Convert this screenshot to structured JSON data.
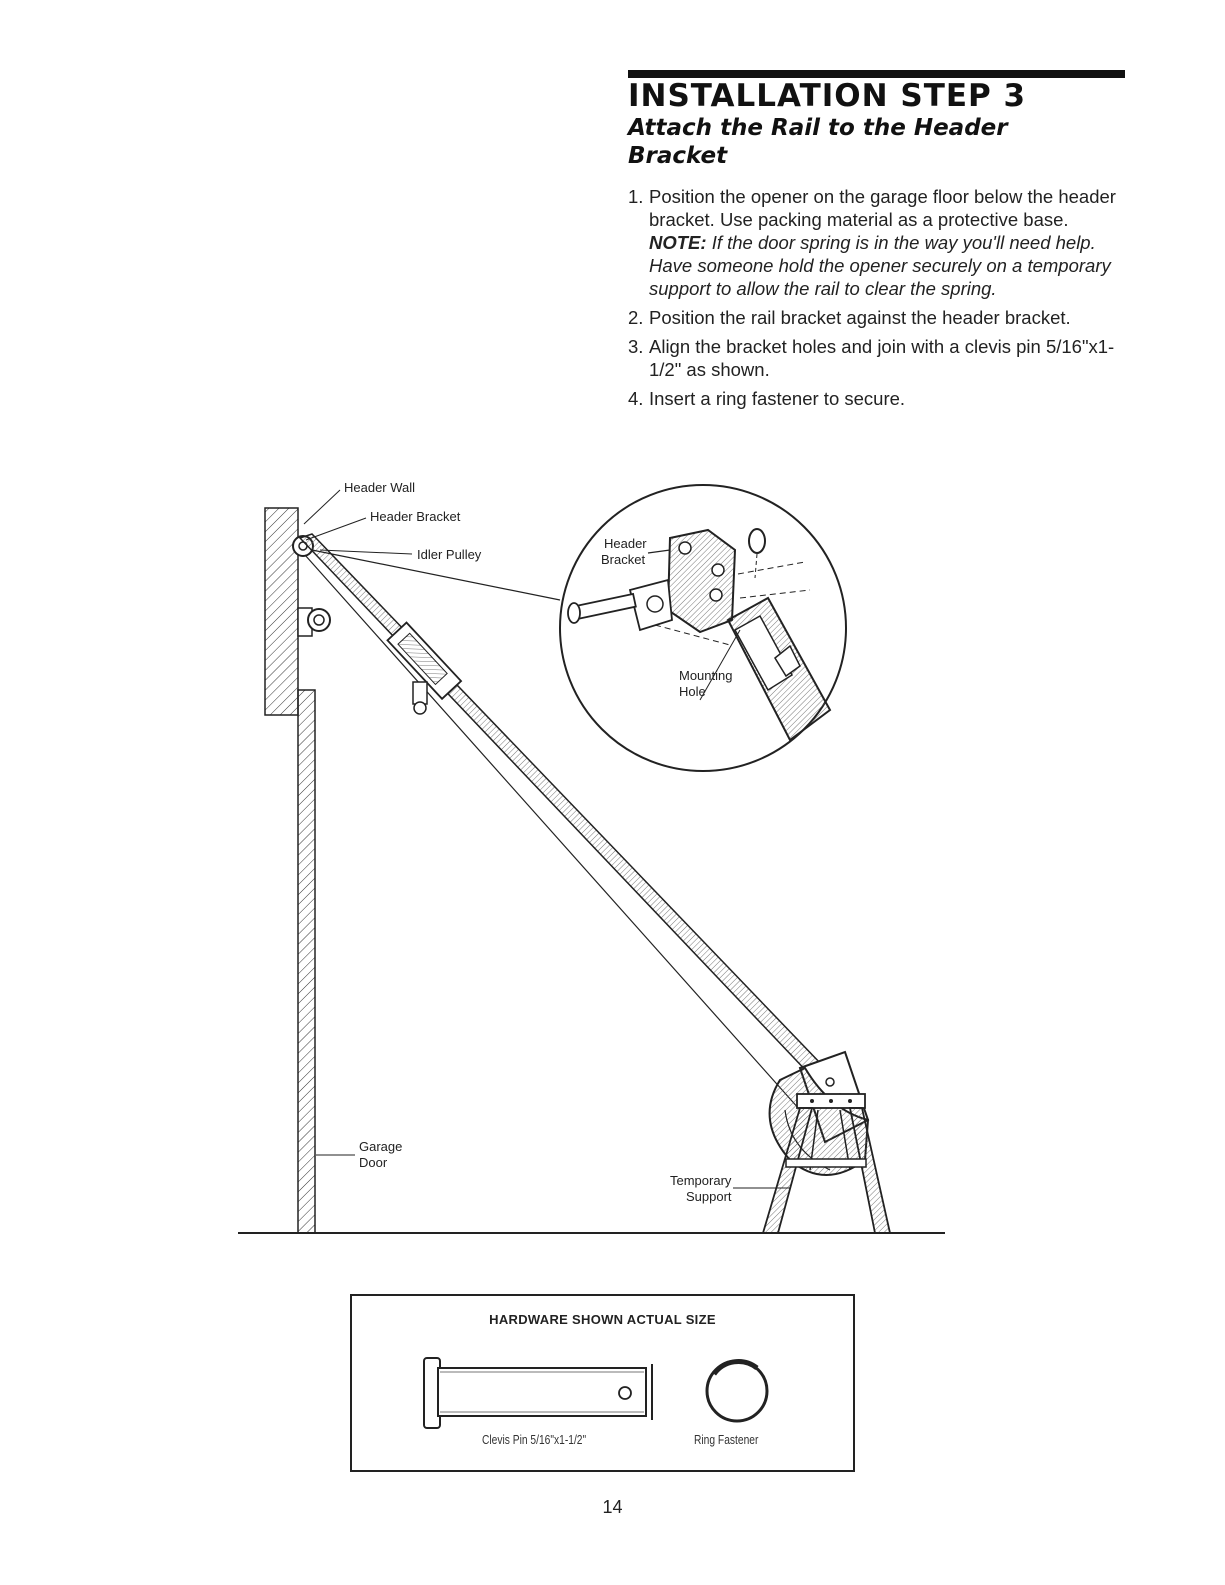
{
  "header": {
    "title": "INSTALLATION STEP 3",
    "subtitle": "Attach the Rail to the Header Bracket"
  },
  "instructions": [
    {
      "number": "1.",
      "text": "Position the opener on the garage floor below the header bracket. Use packing material as a protective base.",
      "note_label": "NOTE:",
      "note_text": "If the door spring is in the way you'll need help. Have someone hold the opener securely on a temporary support to allow the rail to clear the spring."
    },
    {
      "number": "2.",
      "text": "Position the rail bracket against the header bracket."
    },
    {
      "number": "3.",
      "text": "Align the bracket holes and join with a clevis pin 5/16\"x1-1/2\" as shown."
    },
    {
      "number": "4.",
      "text": "Insert a ring fastener to secure."
    }
  ],
  "diagram": {
    "labels": {
      "header_wall": "Header Wall",
      "header_bracket": "Header Bracket",
      "idler_pulley": "Idler Pulley",
      "garage_door_1": "Garage",
      "garage_door_2": "Door",
      "temporary_support_1": "Temporary",
      "temporary_support_2": "Support"
    },
    "inset_labels": {
      "header_bracket_1": "Header",
      "header_bracket_2": "Bracket",
      "mounting_hole_1": "Mounting",
      "mounting_hole_2": "Hole"
    }
  },
  "hardware": {
    "title": "HARDWARE SHOWN ACTUAL SIZE",
    "clevis_pin_label": "Clevis Pin 5/16\"x1-1/2\"",
    "ring_fastener_label": "Ring Fastener"
  },
  "page_number": "14"
}
